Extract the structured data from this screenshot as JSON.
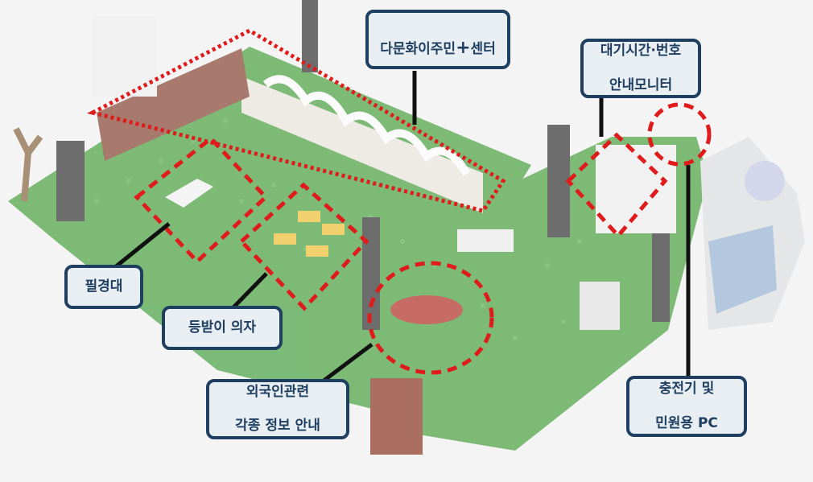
{
  "labels": {
    "center": "다문화이주민",
    "center_mark": "+",
    "center_suffix": "센터",
    "monitor_line1": "대기시간·번호",
    "monitor_line2": "안내모니터",
    "desk": "필경대",
    "chairs": "등받이 의자",
    "info_line1": "외국인관련",
    "info_line2": "각종 정보 안내",
    "charger_line1": "충전기 및",
    "charger_line2": "민원용 PC"
  },
  "colors": {
    "label_border": "#1f3f61",
    "label_fill": "#e9eef3",
    "highlight": "#e01b1b",
    "baseplate": "#4e9e45"
  }
}
